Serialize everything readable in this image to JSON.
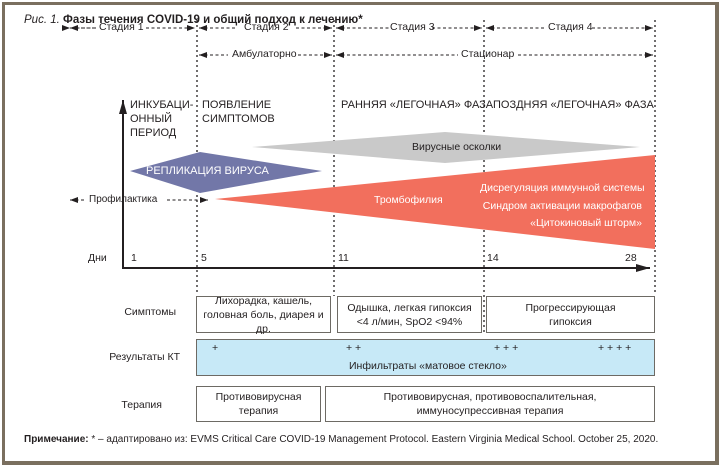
{
  "title": {
    "prefix": "Рис. 1.",
    "text": "Фазы течения COVID-19 и общий подход к лечению*"
  },
  "stages": [
    {
      "label": "Стадия 1"
    },
    {
      "label": "Стадия 2"
    },
    {
      "label": "Стадия 3"
    },
    {
      "label": "Стадия 4"
    }
  ],
  "care_settings": {
    "outpatient": "Амбулаторно",
    "inpatient": "Стационар"
  },
  "phases": [
    {
      "line1": "ИНКУБАЦИ-",
      "line2": "ОННЫЙ",
      "line3": "ПЕРИОД"
    },
    {
      "line1": "ПОЯВЛЕНИЕ",
      "line2": "СИМПТОМОВ"
    },
    {
      "line1": "РАННЯЯ «ЛЕГОЧНАЯ» ФАЗА"
    },
    {
      "line1": "ПОЗДНЯЯ «ЛЕГОЧНАЯ» ФАЗА"
    }
  ],
  "processes": {
    "viral_debris": "Вирусные осколки",
    "viral_replication": "РЕПЛИКАЦИЯ ВИРУСА",
    "prophylaxis": "Профилактика",
    "thrombophilia": "Тромбофилия",
    "immune_lines": [
      "Дисрегуляция иммунной системы",
      "Синдром активации макрофагов",
      "«Цитокиновый шторм»"
    ]
  },
  "days_axis": {
    "label": "Дни",
    "ticks": [
      "1",
      "5",
      "11",
      "14",
      "28"
    ]
  },
  "rows": {
    "symptoms": {
      "label": "Симптомы",
      "cells": [
        {
          "line1": "Лихорадка, кашель,",
          "line2": "головная боль, диарея и др."
        },
        {
          "line1": "Одышка, легкая гипоксия",
          "line2": "<4 л/мин, SpO2 <94%"
        },
        {
          "line1": "Прогрессирующая",
          "line2": "гипоксия"
        }
      ]
    },
    "ct": {
      "label": "Результаты КТ",
      "grades": [
        "+",
        "+ +",
        "+ + +",
        "+ + + +"
      ],
      "text": "Инфильтраты «матовое стекло»"
    },
    "therapy": {
      "label": "Терапия",
      "cells": [
        {
          "line1": "Противовирусная",
          "line2": "терапия"
        },
        {
          "line1": "Противовирусная, противовоспалительная,",
          "line2": "иммуносупрессивная терапия"
        }
      ]
    }
  },
  "footer": {
    "label": "Примечание:",
    "text": " * – адаптировано из: EVMS Critical Care COVID-19 Management Protocol. Eastern Virginia Medical School. October 25, 2020."
  },
  "colors": {
    "frame": "#7a6f5f",
    "viral_replication": "#7277a8",
    "viral_debris": "#c9c9c9",
    "inflammation": "#f26f5d",
    "ct_fill": "#c7e9f7"
  }
}
